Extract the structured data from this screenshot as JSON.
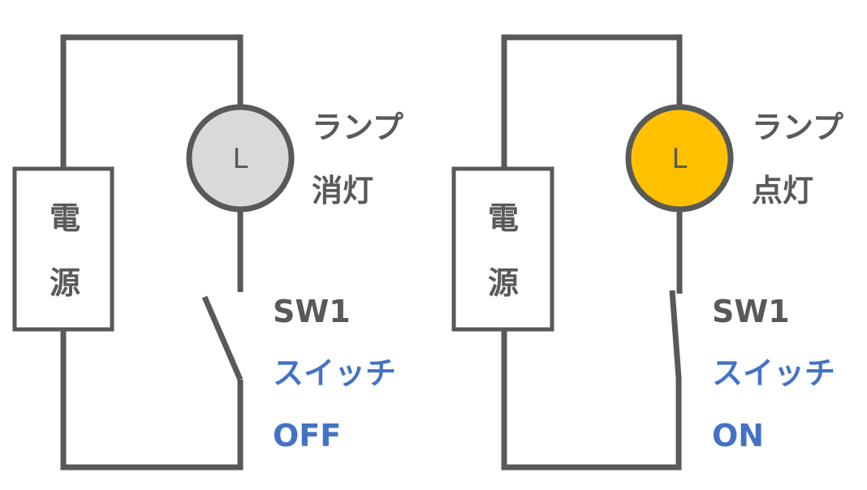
{
  "circuits": [
    {
      "power_label_1": "電",
      "power_label_2": "源",
      "lamp_symbol": "L",
      "lamp_label": "ランプ",
      "lamp_state": "消灯",
      "lamp_color": "#d9d9d9",
      "switch_name": "SW1",
      "switch_label": "スイッチ",
      "switch_state": "OFF"
    },
    {
      "power_label_1": "電",
      "power_label_2": "源",
      "lamp_symbol": "L",
      "lamp_label": "ランプ",
      "lamp_state": "点灯",
      "lamp_color": "#ffc000",
      "switch_name": "SW1",
      "switch_label": "スイッチ",
      "switch_state": "ON"
    }
  ]
}
